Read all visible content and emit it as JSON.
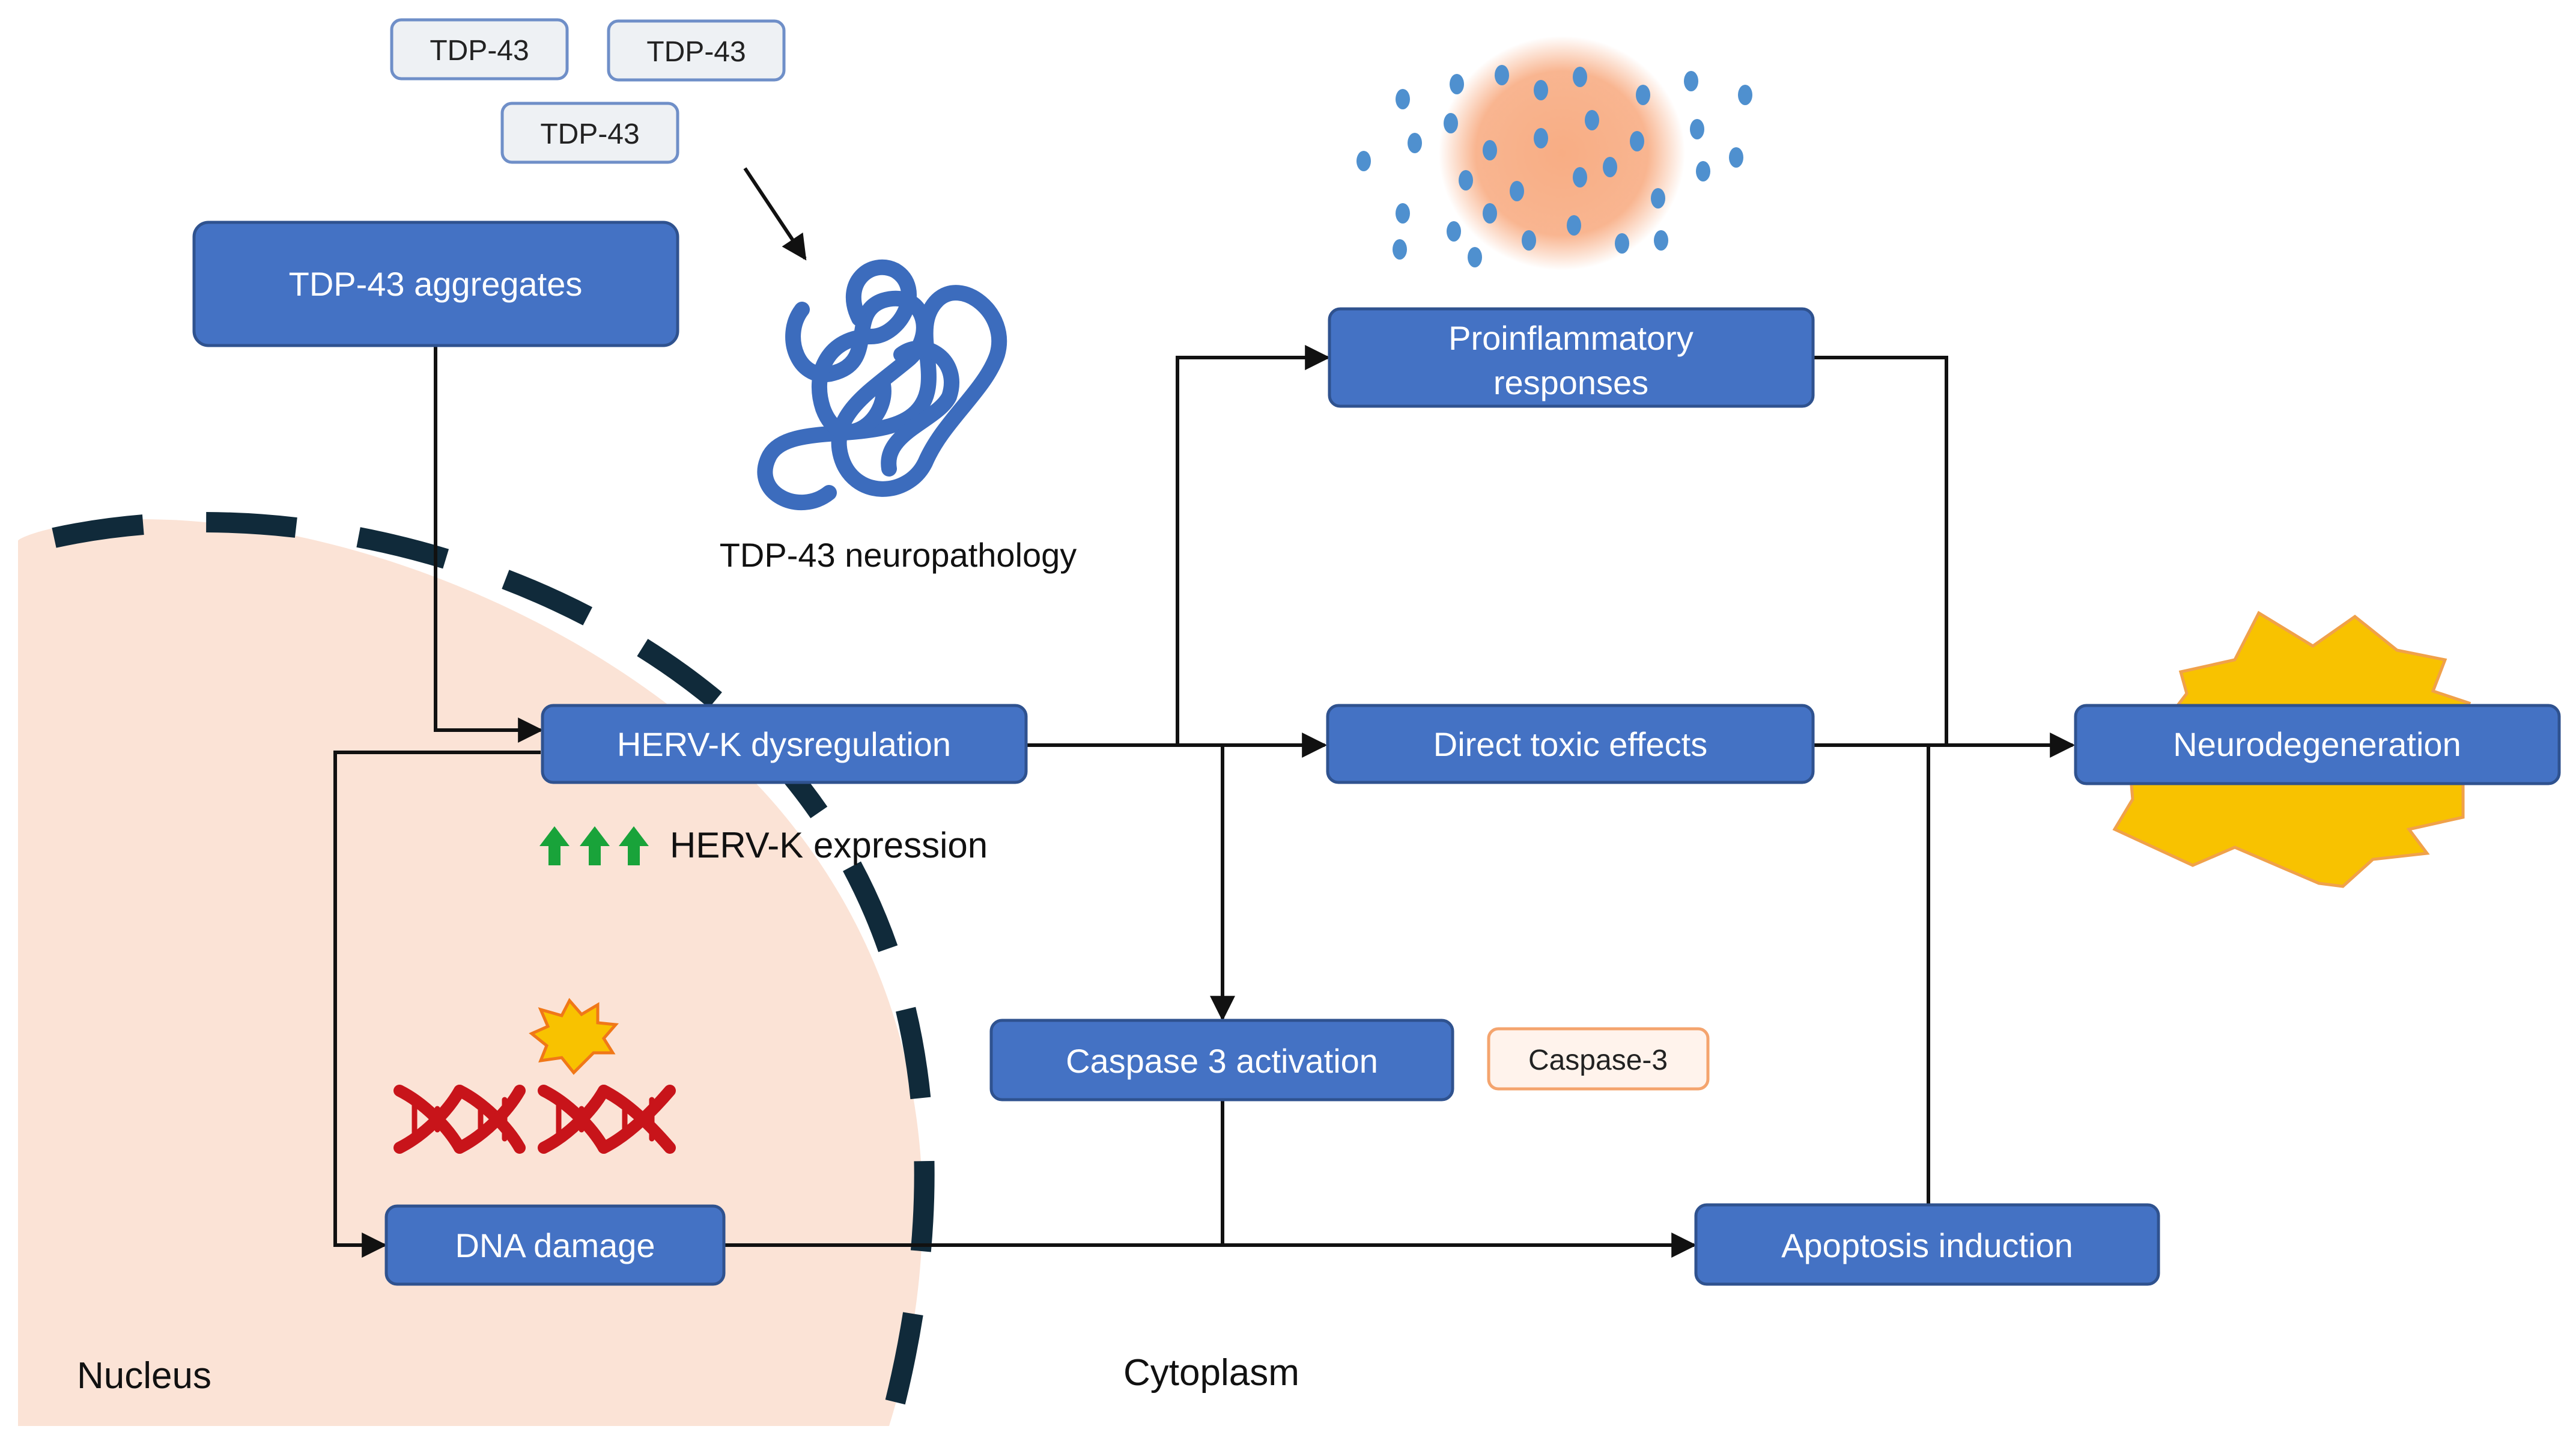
{
  "colors": {
    "box_fill": "#4472c4",
    "box_stroke": "#2f528f",
    "protein_fill": "#eef1f4",
    "protein_stroke": "#6f8fc8",
    "nucleus_fill": "#fbe3d6",
    "membrane": "#102a3a",
    "caspase_fill": "#fff3ec",
    "caspase_stroke": "#f4a46e",
    "cytokine_dot": "#4f90cf",
    "cytokine_glow": "#f8ad84",
    "upregulation_arrow": "#19a33a",
    "dna": "#c8141a",
    "burst": "#f8c200",
    "burst_outline": "#f0a14a",
    "line": "#111111"
  },
  "icons": {
    "aggregate": "tangled-protein-icon",
    "cytokines": "cytokine-cloud-icon",
    "dna": "dna-double-helix-icon",
    "damage": "explosion-burst-icon",
    "neurodegeneration": "starburst-icon",
    "upregulation": "up-arrow-icon"
  },
  "proteins": [
    "TDP-43",
    "TDP-43",
    "TDP-43"
  ],
  "labels": {
    "neuropathology": "TDP-43 neuropathology",
    "herv_expression": "HERV-K expression",
    "caspase_tag": "Caspase-3",
    "nucleus": "Nucleus",
    "cytoplasm": "Cytoplasm"
  },
  "nodes": {
    "aggregates": "TDP-43 aggregates",
    "herv": "HERV-K dysregulation",
    "proinflammatory_line1": "Proinflammatory",
    "proinflammatory_line2": "responses",
    "toxic": "Direct toxic effects",
    "neurodegeneration": "Neurodegeneration",
    "caspase": "Caspase 3 activation",
    "dna_damage": "DNA damage",
    "apoptosis": "Apoptosis induction"
  }
}
